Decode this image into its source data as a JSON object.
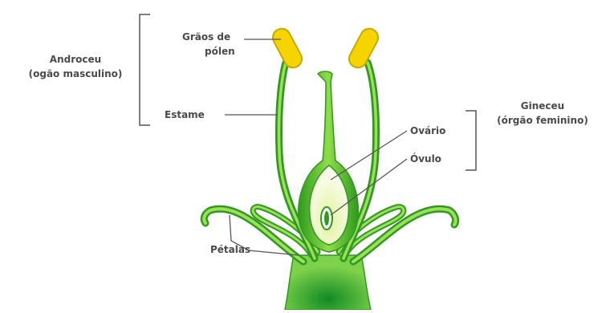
{
  "labels": {
    "androceu_title": "Androceu",
    "androceu_subtitle": "(ogão masculino)",
    "graos_line1": "Grãos de",
    "graos_line2": "pólen",
    "estame": "Estame",
    "gineceu_title": "Gineceu",
    "gineceu_subtitle": "(órgão feminino)",
    "ovario": "Ovário",
    "ovulo": "Óvulo",
    "petalas": "Pétalas"
  },
  "colors": {
    "stem_dark": "#2f9a1e",
    "stem_light": "#8fdc4a",
    "pollen": "#f5d400",
    "pollen_outline": "#c9a800",
    "ovary_fill": "#f3f9d8",
    "leader_line": "#555555",
    "text": "#4a4a4a"
  }
}
